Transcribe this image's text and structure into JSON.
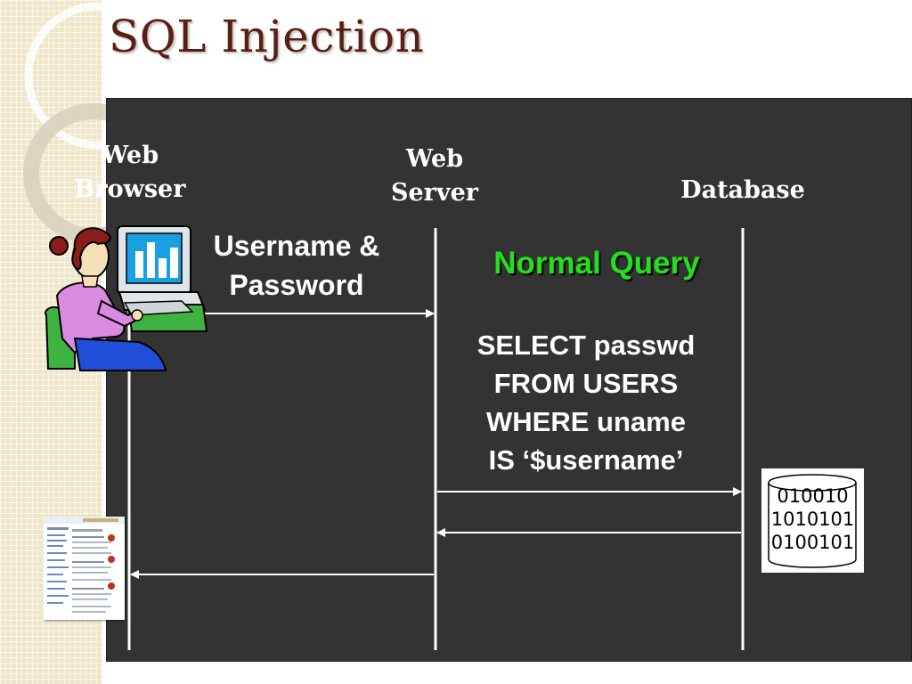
{
  "slide": {
    "title": "SQL Injection"
  },
  "lanes": {
    "browser": {
      "line1": "Web",
      "line2": "Browser"
    },
    "server": {
      "line1": "Web",
      "line2": "Server"
    },
    "database": {
      "label": "Database"
    }
  },
  "messages": {
    "credentials": {
      "line1": "Username &",
      "line2": "Password"
    },
    "normal_query": "Normal Query",
    "sql": {
      "line1": "SELECT passwd",
      "line2": "FROM USERS",
      "line3": "WHERE uname",
      "line4": "IS ‘$username’"
    }
  },
  "database_icon": {
    "line1": "010010",
    "line2": "1010101",
    "line3": "0100101"
  },
  "colors": {
    "title": "#5a1f12",
    "panel": "#333333",
    "highlight": "#22e01e",
    "text": "#ffffff"
  },
  "icons": [
    "user-at-computer-icon",
    "database-cylinder-icon",
    "web-page-thumbnail-icon"
  ]
}
